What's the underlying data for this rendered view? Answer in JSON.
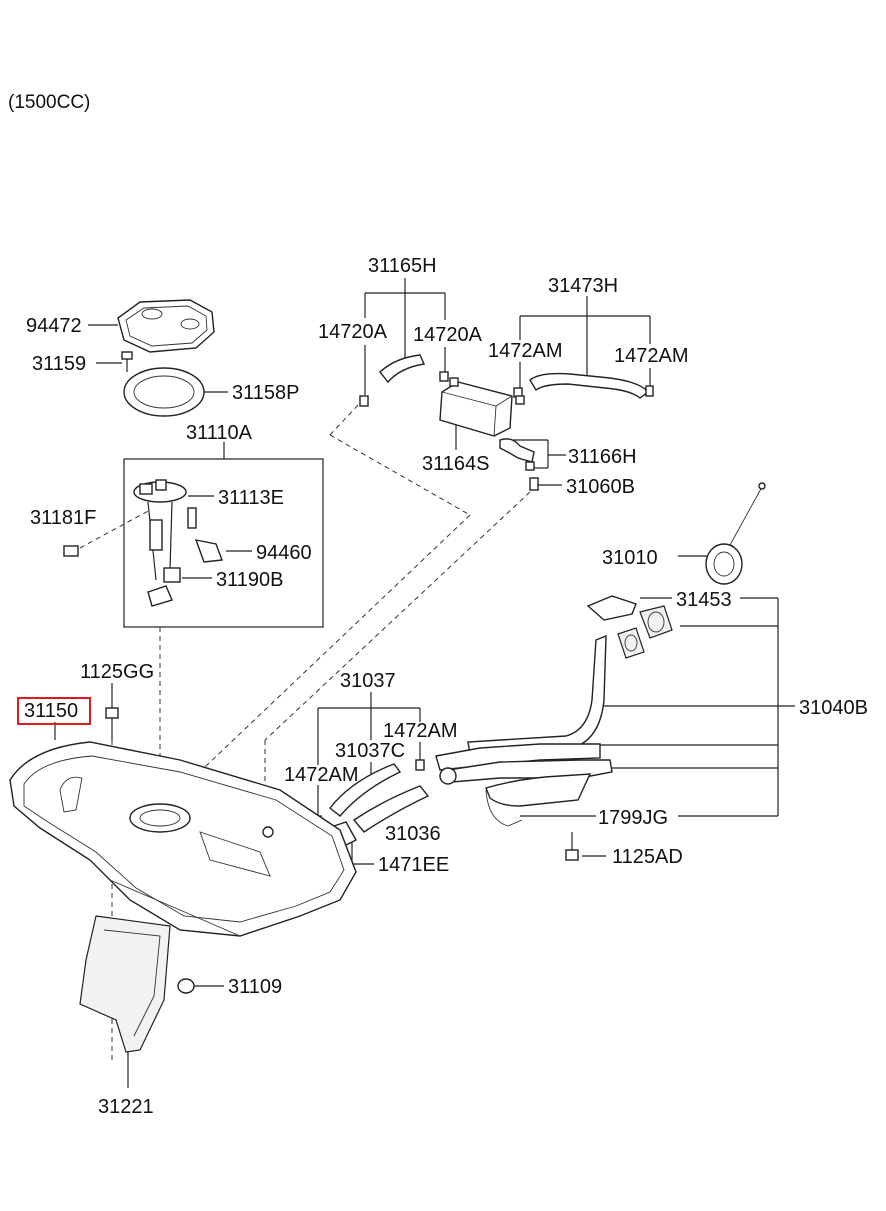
{
  "header": {
    "engine": "(1500CC)"
  },
  "highlight": {
    "part_number": "31150",
    "color": "#e0181b"
  },
  "labels": {
    "p31165H": "31165H",
    "p31473H": "31473H",
    "p94472": "94472",
    "p14720A_1": "14720A",
    "p14720A_2": "14720A",
    "p1472AM_1": "1472AM",
    "p1472AM_2": "1472AM",
    "p31159": "31159",
    "p31158P": "31158P",
    "p31110A": "31110A",
    "p31164S": "31164S",
    "p31166H": "31166H",
    "p31113E": "31113E",
    "p31060B": "31060B",
    "p31181F": "31181F",
    "p94460": "94460",
    "p31010": "31010",
    "p31190B": "31190B",
    "p31453": "31453",
    "p1125GG": "1125GG",
    "p31037": "31037",
    "p31150": "31150",
    "p31040B": "31040B",
    "p1472AM_3": "1472AM",
    "p31037C": "31037C",
    "p1472AM_4": "1472AM",
    "p31036": "31036",
    "p1799JG": "1799JG",
    "p1471EE": "1471EE",
    "p1125AD": "1125AD",
    "p31109": "31109",
    "p31221": "31221"
  }
}
